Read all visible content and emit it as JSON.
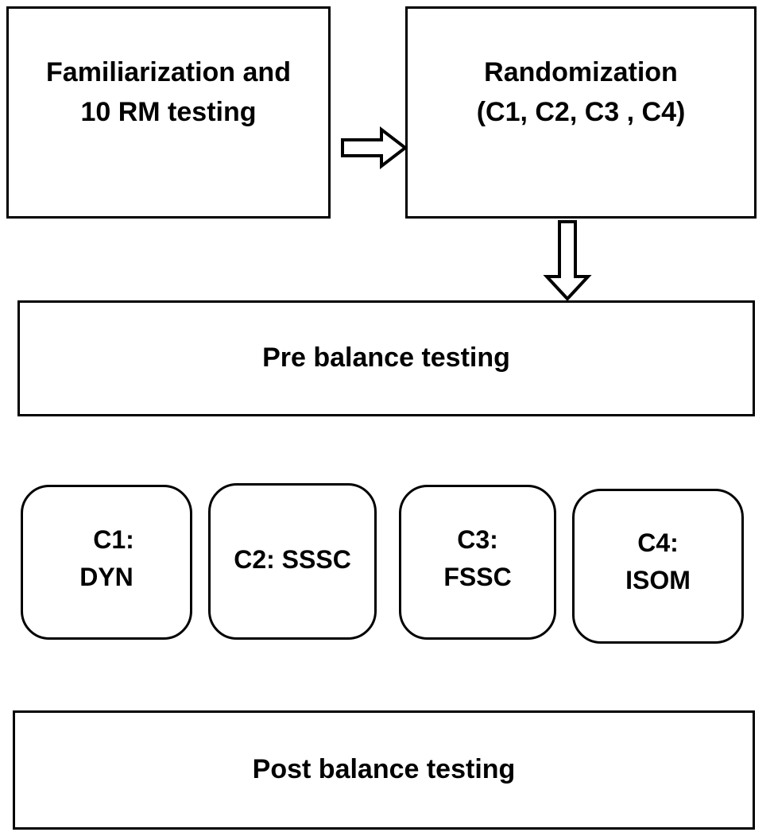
{
  "boxes": {
    "familiarization": {
      "line1": "Familiarization and",
      "line2": "10 RM testing"
    },
    "randomization": {
      "line1": "Randomization",
      "line2": "(C1, C2, C3 , C4)"
    },
    "pre": {
      "label": "Pre balance testing"
    },
    "post": {
      "label": "Post balance testing"
    }
  },
  "conditions": [
    {
      "line1": "C1:",
      "line2": "DYN"
    },
    {
      "line1": "C2: SSSC",
      "line2": ""
    },
    {
      "line1": "C3:",
      "line2": "FSSC"
    },
    {
      "line1": "C4:",
      "line2": "ISOM"
    }
  ],
  "colors": {
    "stroke": "#000000",
    "fill": "#ffffff",
    "text": "#000000"
  }
}
